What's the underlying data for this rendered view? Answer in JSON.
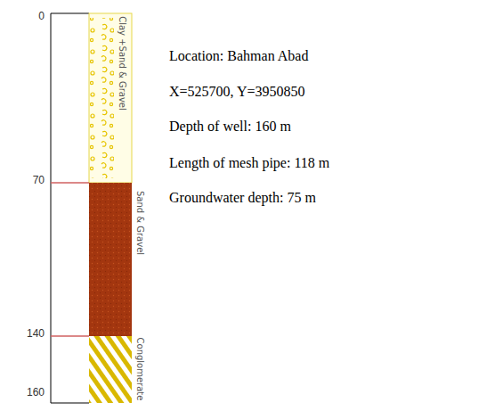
{
  "diagram": {
    "nodes": [
      {
        "text": [
          "Clay +Sand & Gravel"
        ]
      },
      {
        "text": [
          "Sand & Gravel"
        ]
      },
      {
        "text": [
          "Conglomerate"
        ]
      }
    ],
    "labels": [
      "0",
      "70",
      "140",
      "160",
      "Location: Bahman Abad",
      "X=525700, Y=3950850",
      "Depth of well: 160 m",
      "Length of mesh pipe: 118 m",
      "Groundwater depth: 75 m"
    ]
  }
}
